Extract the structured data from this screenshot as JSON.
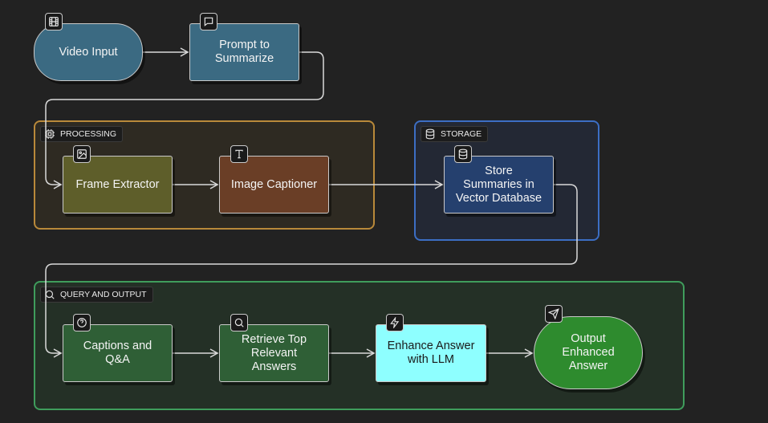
{
  "groups": {
    "processing": {
      "label": "PROCESSING",
      "icon": "cpu-icon"
    },
    "storage": {
      "label": "STORAGE",
      "icon": "database-icon"
    },
    "query": {
      "label": "QUERY AND OUTPUT",
      "icon": "search-icon"
    }
  },
  "nodes": {
    "video_input": {
      "label": "Video Input",
      "icon": "film-icon"
    },
    "prompt": {
      "label_lines": [
        "Prompt to",
        "Summarize"
      ],
      "icon": "message-icon"
    },
    "frame_extractor": {
      "label": "Frame Extractor",
      "icon": "image-icon"
    },
    "image_captioner": {
      "label": "Image Captioner",
      "icon": "text-icon"
    },
    "store": {
      "label_lines": [
        "Store",
        "Summaries in",
        "Vector Database"
      ],
      "icon": "database-icon"
    },
    "captions_qa": {
      "label_lines": [
        "Captions and",
        "Q&A"
      ],
      "icon": "help-icon"
    },
    "retrieve": {
      "label_lines": [
        "Retrieve Top",
        "Relevant",
        "Answers"
      ],
      "icon": "search-icon"
    },
    "enhance": {
      "label_lines": [
        "Enhance Answer",
        "with LLM"
      ],
      "icon": "zap-icon"
    },
    "output": {
      "label_lines": [
        "Output",
        "Enhanced",
        "Answer"
      ],
      "icon": "send-icon"
    }
  },
  "colors": {
    "background": "#222222",
    "edge": "#d9d9d9",
    "processing_border": "#b9893a",
    "storage_border": "#3c6ec4",
    "query_border": "#3f9d5c",
    "video_fill": "#3b6a82",
    "frame_fill": "#5e5e2a",
    "caption_fill": "#6a3e26",
    "store_fill": "#25406e",
    "query_fill": "#2f5f36",
    "enhance_fill": "#8effff",
    "output_fill": "#2e8b2e"
  }
}
